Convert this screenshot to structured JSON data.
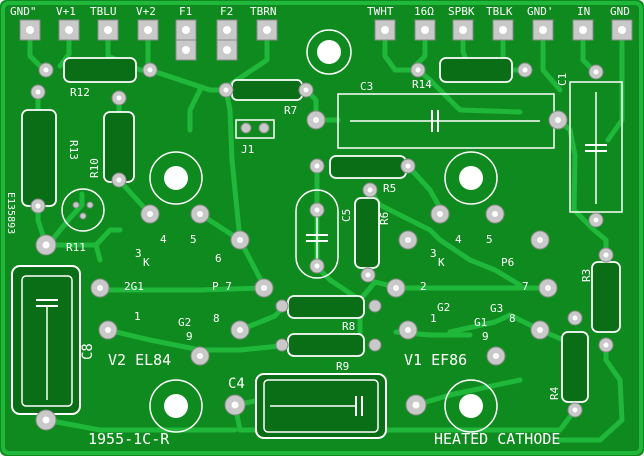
{
  "colors": {
    "board": "#0f8a1f",
    "copper": "#1fb83a",
    "pad": "#c9c9c9",
    "pad_stroke": "#8a8a8a",
    "hole": "#ffffff",
    "silk": "#ffffff",
    "component_fill": "#0a6e16"
  },
  "top_terminals": {
    "gnd2": "GND\"",
    "v_plus1": "V+1",
    "tblu": "TBLU",
    "v_plus2": "V+2",
    "f1": "F1",
    "f2": "F2",
    "tbrn": "TBRN",
    "twht": "TWHT",
    "ohm16": "16Ω",
    "spbk": "SPBK",
    "tblk": "TBLK",
    "gnd1": "GND'",
    "in": "IN",
    "gnd": "GND"
  },
  "refs": {
    "r12": "R12",
    "r13": "R13",
    "r10": "R10",
    "r11": "R11",
    "r7": "R7",
    "j1": "J1",
    "c3": "C3",
    "r14": "R14",
    "c1": "C1",
    "r5": "R5",
    "r6": "R6",
    "c5": "C5",
    "r8": "R8",
    "r9": "R9",
    "r3": "R3",
    "r4": "R4",
    "c8": "C8",
    "c4": "C4",
    "serial": "E135893"
  },
  "tube_v2": {
    "label": "V2 EL84",
    "pin3": "3",
    "pin_k": "K",
    "pin4": "4",
    "pin5": "5",
    "pin6": "6",
    "pin2g1": "2G1",
    "pin_p7": "P 7",
    "pin1": "1",
    "pin_g2": "G2",
    "pin8": "8",
    "pin9": "9"
  },
  "tube_v1": {
    "label": "V1 EF86",
    "pin3": "3",
    "pin_k": "K",
    "pin4": "4",
    "pin5": "5",
    "pin_p6": "P6",
    "pin2": "2",
    "pin7": "7",
    "pin_g2": "G2",
    "pin_g3": "G3",
    "pin1": "1",
    "pin_g1": "G1",
    "pin8": "8",
    "pin9": "9"
  },
  "footer": {
    "left": "1955-1C-R",
    "right": "HEATED CATHODE"
  }
}
